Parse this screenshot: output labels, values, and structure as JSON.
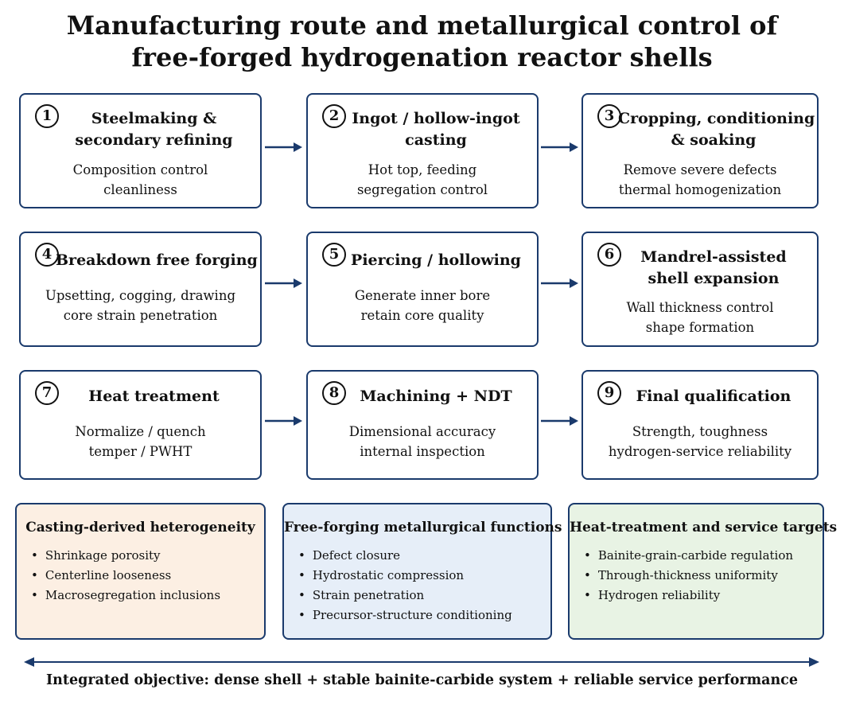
{
  "title": {
    "line1": "Manufacturing route and metallurgical control of",
    "line2": "free-forged hydrogenation reactor shells"
  },
  "steps": [
    {
      "num": "1",
      "title": [
        "Steelmaking &",
        "secondary refining"
      ],
      "desc": [
        "Composition control",
        "cleanliness"
      ]
    },
    {
      "num": "2",
      "title": [
        "Ingot / hollow-ingot",
        "casting"
      ],
      "desc": [
        "Hot top, feeding",
        "segregation control"
      ]
    },
    {
      "num": "3",
      "title": [
        "Cropping, conditioning",
        "& soaking"
      ],
      "desc": [
        "Remove severe defects",
        "thermal homogenization"
      ]
    },
    {
      "num": "4",
      "title": [
        "Breakdown free forging"
      ],
      "desc": [
        "Upsetting, cogging, drawing",
        "core strain penetration"
      ]
    },
    {
      "num": "5",
      "title": [
        "Piercing / hollowing"
      ],
      "desc": [
        "Generate inner bore",
        "retain core quality"
      ]
    },
    {
      "num": "6",
      "title": [
        "Mandrel-assisted",
        "shell expansion"
      ],
      "desc": [
        "Wall thickness control",
        "shape formation"
      ]
    },
    {
      "num": "7",
      "title": [
        "Heat treatment"
      ],
      "desc": [
        "Normalize / quench",
        "temper / PWHT"
      ]
    },
    {
      "num": "8",
      "title": [
        "Machining + NDT"
      ],
      "desc": [
        "Dimensional accuracy",
        "internal inspection"
      ]
    },
    {
      "num": "9",
      "title": [
        "Final qualification"
      ],
      "desc": [
        "Strength, toughness",
        "hydrogen-service reliability"
      ]
    }
  ],
  "panels": [
    {
      "title": "Casting-derived heterogeneity",
      "items": [
        "Shrinkage porosity",
        "Centerline looseness",
        "Macrosegregation inclusions"
      ],
      "color": "#fcefe3"
    },
    {
      "title": "Free-forging metallurgical functions",
      "items": [
        "Defect closure",
        "Hydrostatic compression",
        "Strain penetration",
        "Precursor-structure conditioning"
      ],
      "color": "#e6eef8"
    },
    {
      "title": "Heat-treatment and service targets",
      "items": [
        "Bainite-grain-carbide regulation",
        "Through-thickness uniformity",
        "Hydrogen reliability"
      ],
      "color": "#e8f3e4"
    }
  ],
  "objective": "Integrated objective: dense shell + stable bainite-carbide system + reliable service performance",
  "colors": {
    "border": "#1a3a6c",
    "arrow": "#1a3a6c"
  }
}
